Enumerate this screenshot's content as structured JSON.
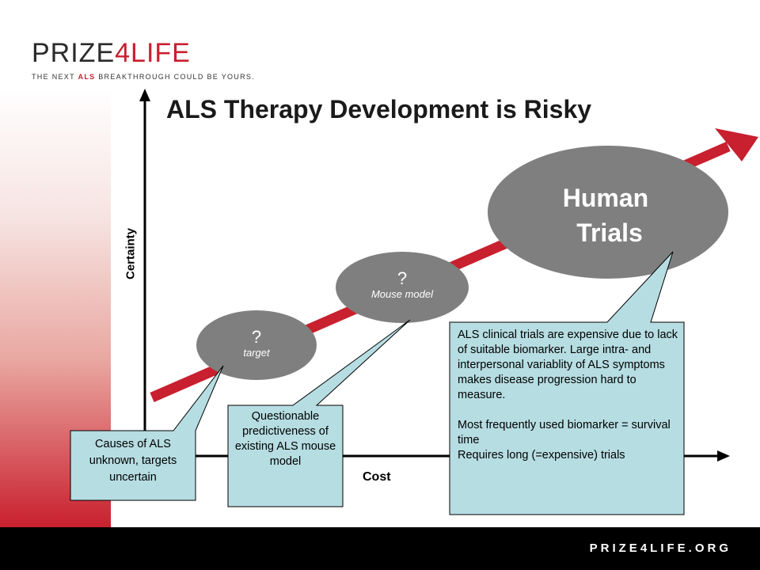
{
  "logo": {
    "part1": "PRIZE",
    "part2": "4",
    "part3": "LIFE"
  },
  "tagline": {
    "before": "THE NEXT ",
    "highlight": "ALS",
    "after": " BREAKTHROUGH COULD BE YOURS."
  },
  "title": "ALS Therapy Development is Risky",
  "axes": {
    "y_label": "Certainty",
    "x_label": "Cost"
  },
  "ovals": {
    "target": {
      "mark": "?",
      "label": "target"
    },
    "mouse": {
      "mark": "?",
      "label": "Mouse model"
    },
    "human": {
      "line1": "Human",
      "line2": "Trials"
    }
  },
  "callouts": {
    "causes": "Causes of ALS unknown, targets uncertain",
    "predictive": "Questionable predictiveness of existing ALS mouse model",
    "clinical": {
      "line1": "ALS clinical trials are expensive due to lack of suitable biomarker. Large intra- and interpersonal variablity of ALS symptoms makes disease progression hard to measure.",
      "line2": "Most frequently used biomarker = survival time",
      "line3": "Requires long (=expensive) trials"
    }
  },
  "footer": {
    "url": "PRIZE4LIFE.ORG"
  },
  "colors": {
    "brand_red": "#c8202f",
    "oval_gray": "#7f7f7f",
    "callout_fill": "#b6dde2"
  }
}
